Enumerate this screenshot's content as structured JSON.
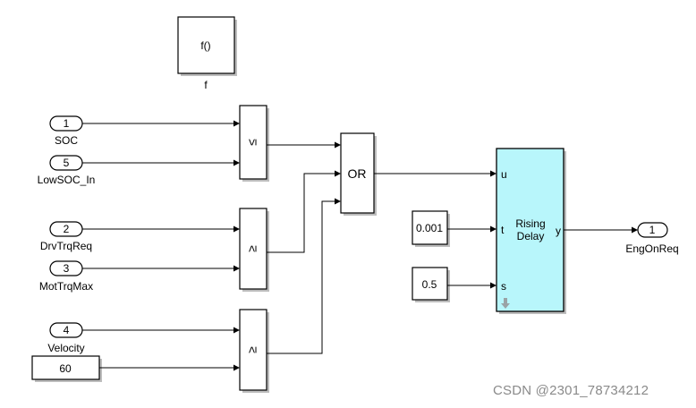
{
  "function_block": {
    "content": "f()",
    "label": "f"
  },
  "inports": [
    {
      "number": "1",
      "label": "SOC"
    },
    {
      "number": "5",
      "label": "LowSOC_In"
    },
    {
      "number": "2",
      "label": "DrvTrqReq"
    },
    {
      "number": "3",
      "label": "MotTrqMax"
    },
    {
      "number": "4",
      "label": "Velocity"
    }
  ],
  "constants": {
    "velocity_threshold": "60",
    "rising_t": "0.001",
    "rising_s": "0.5"
  },
  "relational_ops": {
    "le": "≤",
    "ge1": "≥",
    "ge2": "≥"
  },
  "or_block": {
    "label": "OR"
  },
  "rising_delay": {
    "title_line1": "Rising",
    "title_line2": "Delay",
    "port_u": "u",
    "port_t": "t",
    "port_s": "s",
    "port_y": "y"
  },
  "outport": {
    "number": "1",
    "label": "EngOnReq"
  },
  "colors": {
    "rising_delay_fill": "#b8f6fb",
    "background": "#ffffff"
  },
  "watermark": "CSDN @2301_78734212"
}
